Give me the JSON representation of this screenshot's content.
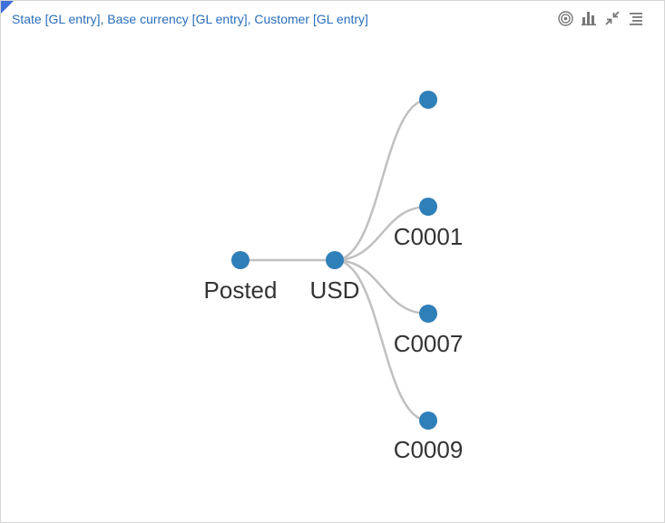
{
  "widget": {
    "title": "State [GL entry], Base currency [GL entry], Customer [GL entry]",
    "accent_color": "#3f6fd8",
    "title_color": "#2a6ebb"
  },
  "toolbar": [
    {
      "name": "target-icon"
    },
    {
      "name": "bar-chart-icon"
    },
    {
      "name": "collapse-icon"
    },
    {
      "name": "menu-icon"
    }
  ],
  "graph": {
    "node_color": "#2f7fb8",
    "link_color": "#c0c0c0",
    "nodes": {
      "root": {
        "label": "Posted"
      },
      "mid": {
        "label": "USD"
      },
      "leaf_blank": {
        "label": ""
      },
      "leaf_1": {
        "label": "C0001"
      },
      "leaf_2": {
        "label": "C0007"
      },
      "leaf_3": {
        "label": "C0009"
      }
    }
  }
}
